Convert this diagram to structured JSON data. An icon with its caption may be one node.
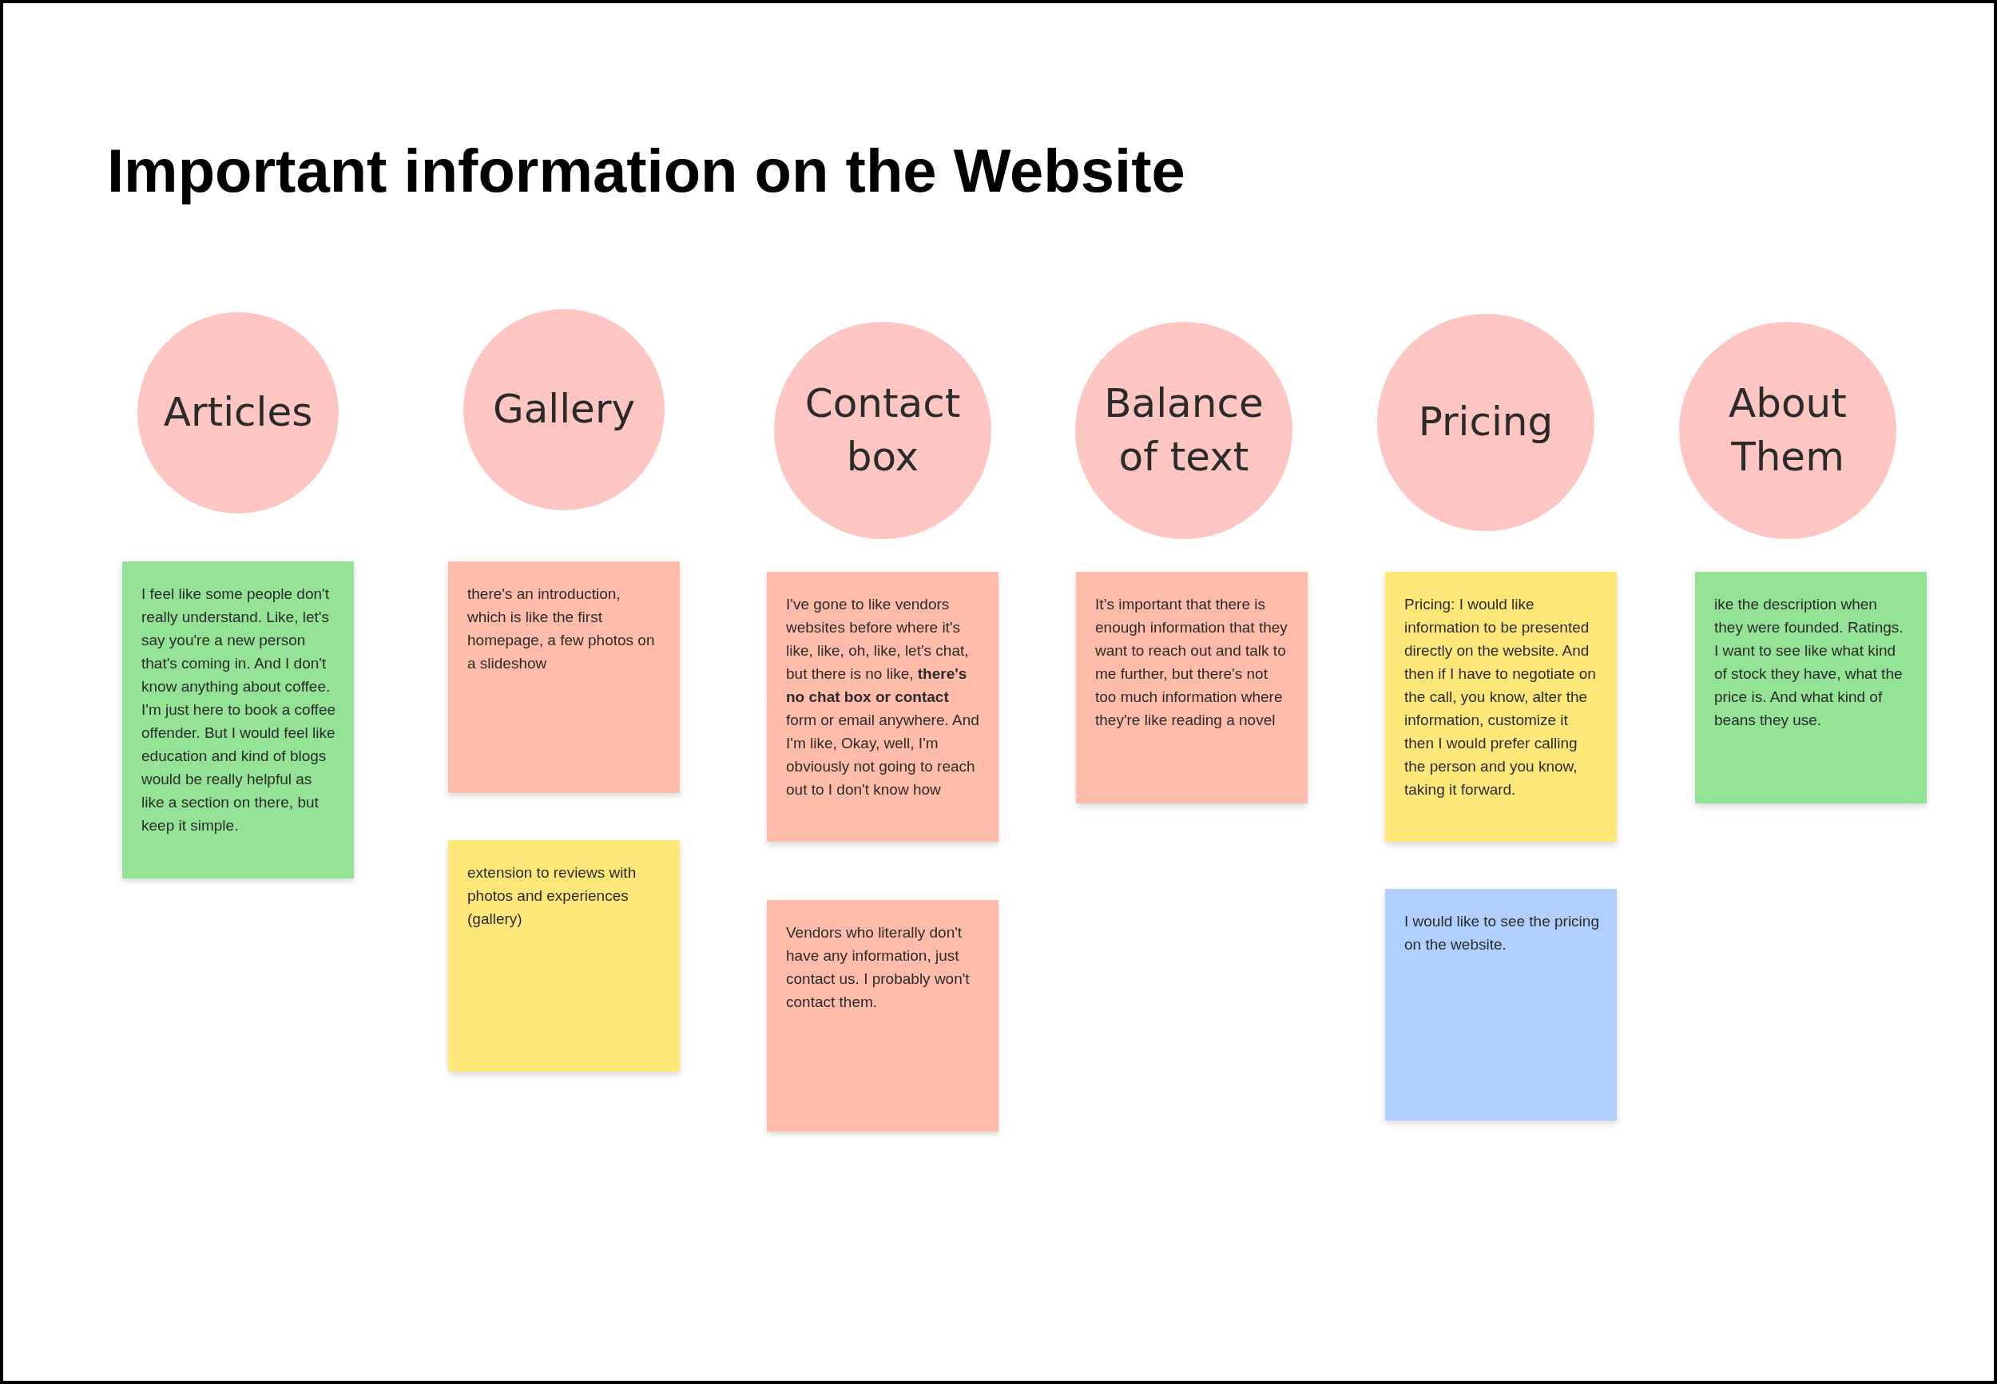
{
  "diagram": {
    "title": "Important information on the Website",
    "nodes": [
      {
        "text": [
          "Articles"
        ]
      },
      {
        "text": [
          "I feel like some people don't really understand. Like, let's say you're a new person that's coming in. And I don't know anything about coffee. I'm just here to book a coffee offender. But I would feel like education and kind of blogs would be really helpful as like a section on there, but keep it simple."
        ]
      },
      {
        "text": [
          "Gallery"
        ]
      },
      {
        "text": [
          "there's an introduction, which is like the first homepage, a few photos on a slideshow"
        ]
      },
      {
        "text": [
          "extension to reviews with photos and experiences (gallery)"
        ]
      },
      {
        "text": [
          "Contact box"
        ]
      },
      {
        "text": [
          "I've gone to like vendors websites before where it's like, like, oh, like, let's chat, but there is no like, **there's no chat box or contact** form or email anywhere. And I'm like, Okay, well, I'm obviously not going to reach out to I don't know how"
        ]
      },
      {
        "text": [
          "Vendors who literally don't have any information, just contact us. I probably won't contact them."
        ]
      },
      {
        "text": [
          "Balance of text"
        ]
      },
      {
        "text": [
          "It’s important that there is enough information that they want to reach out and talk to me further, but there's not too much information where they're like reading a novel"
        ]
      },
      {
        "text": [
          "Pricing"
        ]
      },
      {
        "text": [
          "Pricing: I would like information to be presented directly on the website. And then if I have to negotiate on the call, you know, alter the information, customize it then I would prefer calling the person and you know, taking it forward."
        ]
      },
      {
        "text": [
          "I would like to see the pricing on the website."
        ]
      },
      {
        "text": [
          "About Them"
        ]
      },
      {
        "text": [
          "ike the description when they were founded. Ratings. I want to see like what kind of stock they have, what the price is. And what kind of beans they use."
        ]
      }
    ],
    "edges": []
  }
}
